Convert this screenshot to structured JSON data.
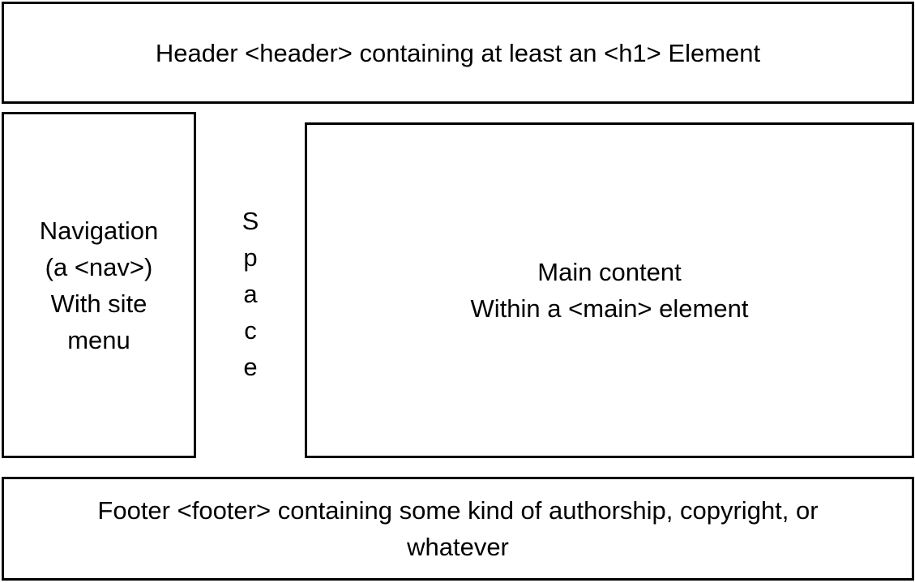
{
  "header": {
    "text": "Header <header> containing at least an <h1> Element"
  },
  "nav": {
    "text": "Navigation\n(a <nav>)\nWith site\nmenu"
  },
  "space": {
    "letters": [
      "S",
      "p",
      "a",
      "c",
      "e"
    ]
  },
  "main": {
    "text": "Main content\nWithin a <main> element"
  },
  "footer": {
    "text": "Footer <footer> containing some kind of authorship, copyright, or\nwhatever"
  }
}
